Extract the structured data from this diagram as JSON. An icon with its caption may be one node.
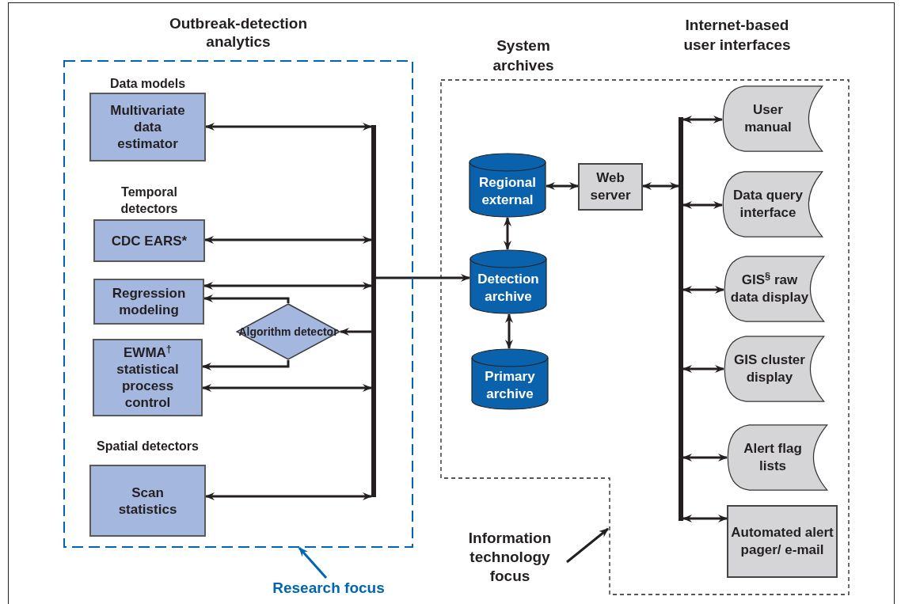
{
  "diagram": {
    "nodes": [
      {
        "text": [
          "Outbreak-detection analytics"
        ]
      },
      {
        "text": [
          "Data models",
          "Multivariate data estimator"
        ],
        "in": 0
      },
      {
        "text": [
          "Temporal detectors",
          "CDC EARS*"
        ],
        "in": 0
      },
      {
        "text": [
          "Regression modeling"
        ],
        "in": 0
      },
      {
        "text": [
          "Algorithm detector"
        ],
        "in": 0
      },
      {
        "text": [
          "EWMA$^{†}$ statistical process control"
        ],
        "in": 0
      },
      {
        "text": [
          "Spatial detectors",
          "Scan statistics"
        ],
        "in": 0
      },
      {
        "text": [],
        "shape": "bar",
        "in": 0
      },
      {
        "text": [
          "System archives",
          "Internet-based user interfaces"
        ]
      },
      {
        "text": [
          "Regional external"
        ],
        "in": 8
      },
      {
        "text": [
          "Web server"
        ],
        "in": 8
      },
      {
        "text": [
          "Detection archive"
        ],
        "in": 8
      },
      {
        "text": [
          "Primary archive"
        ],
        "in": 8
      },
      {
        "text": [],
        "shape": "bar",
        "in": 8
      },
      {
        "text": [
          "User manual"
        ],
        "in": 8
      },
      {
        "text": [
          "Data query interface"
        ],
        "in": 8
      },
      {
        "text": [
          "GIS$^{§}$ raw data display"
        ],
        "in": 8
      },
      {
        "text": [
          "GIS cluster display"
        ],
        "in": 8
      },
      {
        "text": [
          "Alert flag lists"
        ],
        "in": 8
      },
      {
        "text": [
          "Automated alert pager/ e-mail"
        ],
        "in": 8
      },
      {
        "text": [
          "Research focus"
        ]
      },
      {
        "text": [
          "Information technology focus"
        ]
      }
    ],
    "edges": [
      {
        "from": 1,
        "to": 7,
        "arrow": "both"
      },
      {
        "from": 2,
        "to": 7,
        "arrow": "both"
      },
      {
        "from": 3,
        "to": 7,
        "arrow": "both"
      },
      {
        "from": 7,
        "to": 4,
        "arrow": "to"
      },
      {
        "from": 4,
        "to": 3,
        "arrow": "to"
      },
      {
        "from": 4,
        "to": 5,
        "arrow": "to"
      },
      {
        "from": 5,
        "to": 7,
        "arrow": "both"
      },
      {
        "from": 6,
        "to": 7,
        "arrow": "both"
      },
      {
        "from": 7,
        "to": 11,
        "arrow": "to"
      },
      {
        "from": 9,
        "to": 10,
        "arrow": "both"
      },
      {
        "from": 10,
        "to": 13,
        "arrow": "both"
      },
      {
        "from": 9,
        "to": 11,
        "arrow": "both"
      },
      {
        "from": 11,
        "to": 12,
        "arrow": "both"
      },
      {
        "from": 13,
        "to": 14,
        "arrow": "both"
      },
      {
        "from": 13,
        "to": 15,
        "arrow": "both"
      },
      {
        "from": 13,
        "to": 16,
        "arrow": "both"
      },
      {
        "from": 13,
        "to": 17,
        "arrow": "both"
      },
      {
        "from": 13,
        "to": 18,
        "arrow": "both"
      },
      {
        "from": 13,
        "to": 19,
        "arrow": "both"
      },
      {
        "from": 20,
        "to": 0,
        "arrow": "to",
        "color": "#0066b3"
      },
      {
        "from": 21,
        "to": 8,
        "arrow": "to"
      }
    ]
  }
}
